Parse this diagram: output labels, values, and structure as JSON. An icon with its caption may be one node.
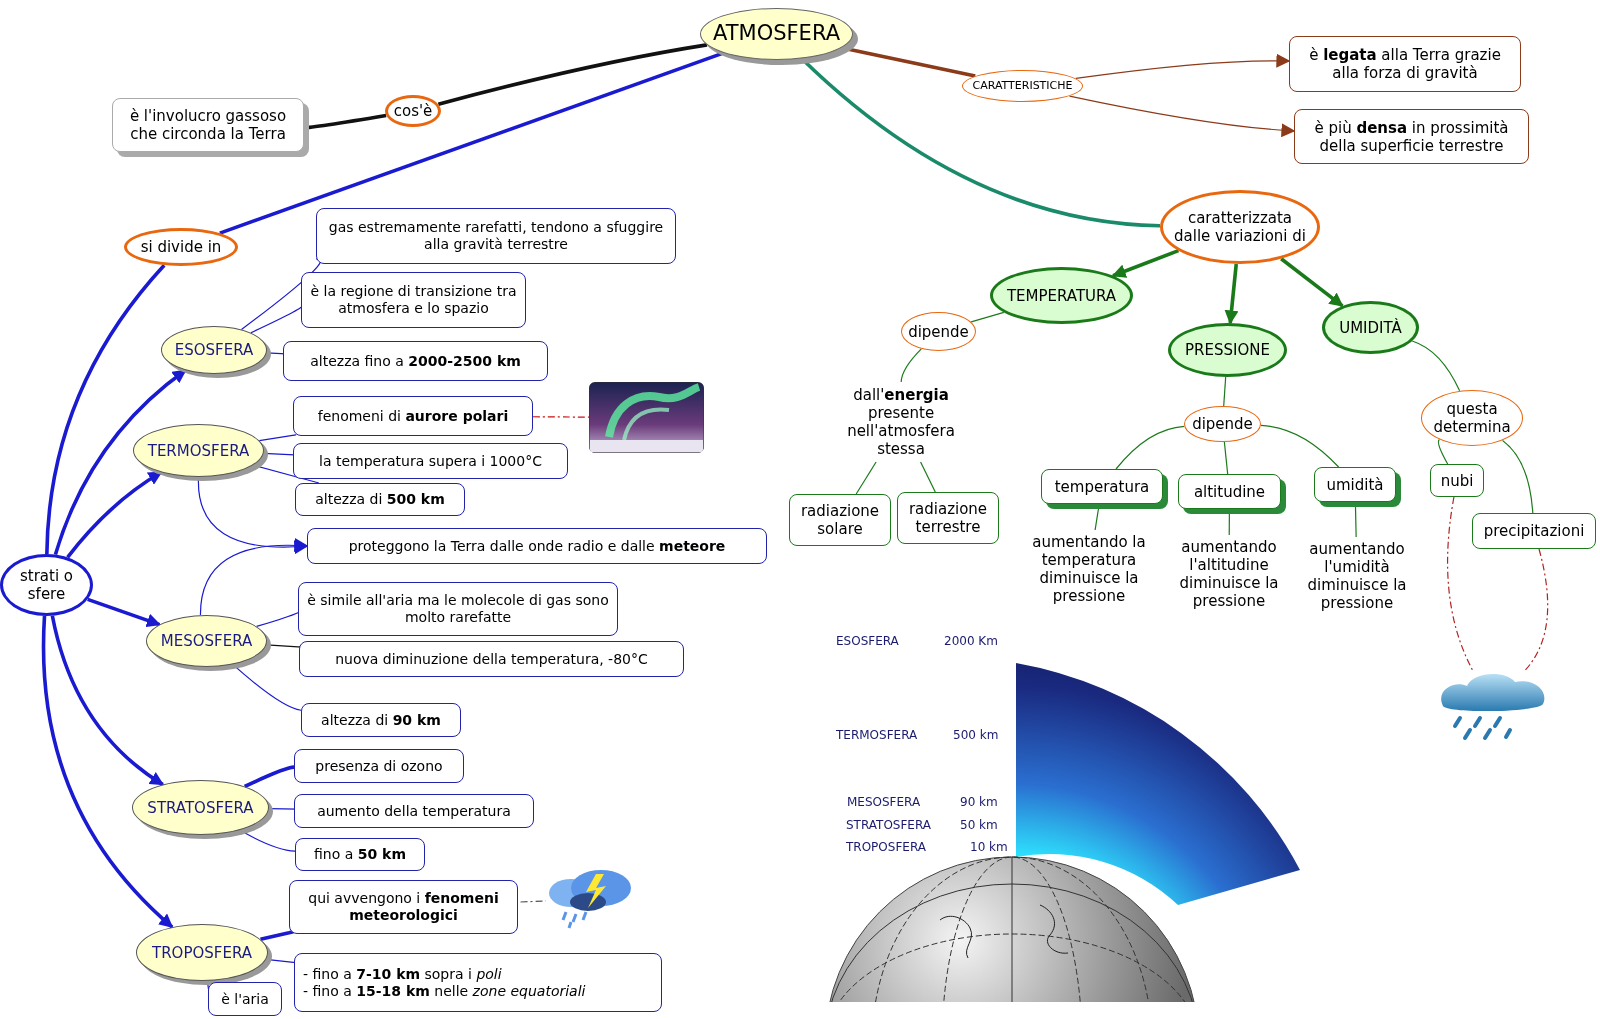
{
  "diagram": {
    "nodes": [
      {
        "text": [
          "ATMOSFERA"
        ]
      },
      {
        "text": [
          "cos'è"
        ]
      },
      {
        "text": [
          "è l'involucro gassoso che circonda la Terra"
        ]
      },
      {
        "text": [
          "si divide in"
        ]
      },
      {
        "text": [
          "strati o sfere"
        ]
      },
      {
        "text": [
          "ESOSFERA"
        ]
      },
      {
        "text": [
          "gas estremamente rarefatti, tendono a sfuggire alla gravità terrestre"
        ]
      },
      {
        "text": [
          "è la regione di transizione tra atmosfera e lo spazio"
        ]
      },
      {
        "text": [
          "altezza fino a **2000-2500 km**"
        ]
      },
      {
        "text": [
          "TERMOSFERA"
        ]
      },
      {
        "text": [
          "fenomeni di **aurore polari**"
        ]
      },
      {
        "text": [],
        "shape": "picture"
      },
      {
        "text": [
          "la temperatura supera i 1000°C"
        ]
      },
      {
        "text": [
          "altezza di **500 km**"
        ]
      },
      {
        "text": [
          "proteggono la Terra dalle onde radio e dalle **meteore**"
        ]
      },
      {
        "text": [
          "MESOSFERA"
        ]
      },
      {
        "text": [
          "è simile all'aria ma le molecole di gas sono molto rarefatte"
        ]
      },
      {
        "text": [
          "nuova diminuzione della temperatura, -80°C"
        ]
      },
      {
        "text": [
          "altezza di **90 km**"
        ]
      },
      {
        "text": [
          "STRATOSFERA"
        ]
      },
      {
        "text": [
          "presenza di ozono"
        ]
      },
      {
        "text": [
          "aumento della temperatura"
        ]
      },
      {
        "text": [
          "fino a **50 km**"
        ]
      },
      {
        "text": [
          "TROPOSFERA"
        ]
      },
      {
        "text": [
          "qui avvengono i **fenomeni meteorologici**"
        ]
      },
      {
        "text": [],
        "shape": "picture"
      },
      {
        "text": [
          "- fino a **7-10 km** sopra i *poli*",
          "- fino a **15-18 km** nelle *zone equatoriali*"
        ]
      },
      {
        "text": [
          "è l'aria"
        ]
      },
      {
        "text": [
          "CARATTERISTICHE"
        ]
      },
      {
        "text": [
          "è **legata** alla Terra grazie alla forza di gravità"
        ]
      },
      {
        "text": [
          "è più **densa** in prossimità della superficie terrestre"
        ]
      },
      {
        "text": [
          "caratterizzata dalle variazioni di"
        ]
      },
      {
        "text": [
          "TEMPERATURA"
        ]
      },
      {
        "text": [
          "PRESSIONE"
        ]
      },
      {
        "text": [
          "UMIDITÀ"
        ]
      },
      {
        "text": [
          "dipende"
        ]
      },
      {
        "text": [
          "dall'**energia** presente nell'atmosfera stessa"
        ]
      },
      {
        "text": [
          "radiazione solare"
        ]
      },
      {
        "text": [
          "radiazione terrestre"
        ]
      },
      {
        "text": [
          "dipende"
        ]
      },
      {
        "text": [
          "temperatura"
        ]
      },
      {
        "text": [
          "altitudine"
        ]
      },
      {
        "text": [
          "umidità"
        ]
      },
      {
        "text": [
          "aumentando la temperatura diminuisce la pressione"
        ]
      },
      {
        "text": [
          "aumentando l'altitudine diminuisce la pressione"
        ]
      },
      {
        "text": [
          "aumentando l'umidità diminuisce la pressione"
        ]
      },
      {
        "text": [
          "questa determina"
        ]
      },
      {
        "text": [
          "nubi"
        ]
      },
      {
        "text": [
          "precipitazioni"
        ]
      },
      {
        "text": [],
        "shape": "picture"
      }
    ],
    "edges": [
      {
        "from": 0,
        "to": 1,
        "arrow": "none",
        "style": "thick",
        "color": "#111111"
      },
      {
        "from": 1,
        "to": 2,
        "arrow": "none",
        "style": "thick",
        "color": "#111111"
      },
      {
        "from": 0,
        "to": 3,
        "arrow": "none",
        "style": "thick"
      },
      {
        "from": 3,
        "to": 4,
        "arrow": "none",
        "style": "thick"
      },
      {
        "from": 4,
        "to": 5,
        "arrow": "to",
        "style": "thick"
      },
      {
        "from": 4,
        "to": 9,
        "arrow": "to",
        "style": "thick"
      },
      {
        "from": 4,
        "to": 15,
        "arrow": "to",
        "style": "thick"
      },
      {
        "from": 4,
        "to": 19,
        "arrow": "to",
        "style": "thick"
      },
      {
        "from": 4,
        "to": 23,
        "arrow": "to",
        "style": "thick"
      },
      {
        "from": 5,
        "to": 6,
        "arrow": "none"
      },
      {
        "from": 5,
        "to": 7,
        "arrow": "none"
      },
      {
        "from": 5,
        "to": 8,
        "arrow": "none"
      },
      {
        "from": 9,
        "to": 10,
        "arrow": "none"
      },
      {
        "from": 9,
        "to": 12,
        "arrow": "none"
      },
      {
        "from": 9,
        "to": 13,
        "arrow": "none"
      },
      {
        "from": 9,
        "to": 14,
        "arrow": "to"
      },
      {
        "from": 15,
        "to": 14,
        "arrow": "to"
      },
      {
        "from": 15,
        "to": 16,
        "arrow": "none"
      },
      {
        "from": 15,
        "to": 17,
        "arrow": "none",
        "color": "#111111"
      },
      {
        "from": 15,
        "to": 18,
        "arrow": "none"
      },
      {
        "from": 19,
        "to": 20,
        "arrow": "none",
        "style": "thick"
      },
      {
        "from": 19,
        "to": 21,
        "arrow": "none"
      },
      {
        "from": 19,
        "to": 22,
        "arrow": "none"
      },
      {
        "from": 23,
        "to": 24,
        "arrow": "none",
        "style": "thick"
      },
      {
        "from": 23,
        "to": 26,
        "arrow": "none"
      },
      {
        "from": 23,
        "to": 27,
        "arrow": "none"
      },
      {
        "from": 10,
        "to": 11,
        "arrow": "none",
        "style": "dashed",
        "color": "#cc1111"
      },
      {
        "from": 24,
        "to": 25,
        "arrow": "none",
        "style": "dashed",
        "color": "#555555"
      },
      {
        "from": 0,
        "to": 28,
        "arrow": "none",
        "style": "thick",
        "color": "#8b3a1a"
      },
      {
        "from": 28,
        "to": 29,
        "arrow": "to",
        "color": "#8b3a1a"
      },
      {
        "from": 28,
        "to": 30,
        "arrow": "to",
        "color": "#8b3a1a"
      },
      {
        "from": 0,
        "to": 31,
        "arrow": "none",
        "style": "thick",
        "color": "#1a8a6a"
      },
      {
        "from": 31,
        "to": 32,
        "arrow": "to",
        "style": "thick",
        "color": "#1a7a1a"
      },
      {
        "from": 31,
        "to": 33,
        "arrow": "to",
        "style": "thick",
        "color": "#1a7a1a"
      },
      {
        "from": 31,
        "to": 34,
        "arrow": "to",
        "style": "thick",
        "color": "#1a7a1a"
      },
      {
        "from": 32,
        "to": 35,
        "arrow": "none",
        "color": "#1a7a1a"
      },
      {
        "from": 35,
        "to": 36,
        "arrow": "none",
        "color": "#1a7a1a"
      },
      {
        "from": 36,
        "to": 37,
        "arrow": "none",
        "color": "#1a7a1a"
      },
      {
        "from": 36,
        "to": 38,
        "arrow": "none",
        "color": "#1a7a1a"
      },
      {
        "from": 33,
        "to": 39,
        "arrow": "none",
        "color": "#1a7a1a"
      },
      {
        "from": 39,
        "to": 40,
        "arrow": "none",
        "color": "#1a7a1a"
      },
      {
        "from": 39,
        "to": 41,
        "arrow": "none",
        "color": "#1a7a1a"
      },
      {
        "from": 39,
        "to": 42,
        "arrow": "none",
        "color": "#1a7a1a"
      },
      {
        "from": 40,
        "to": 43,
        "arrow": "none",
        "color": "#1a7a1a"
      },
      {
        "from": 41,
        "to": 44,
        "arrow": "none",
        "color": "#1a7a1a"
      },
      {
        "from": 42,
        "to": 45,
        "arrow": "none",
        "color": "#1a7a1a"
      },
      {
        "from": 34,
        "to": 46,
        "arrow": "none",
        "color": "#1a7a1a"
      },
      {
        "from": 46,
        "to": 47,
        "arrow": "none",
        "color": "#1a7a1a"
      },
      {
        "from": 46,
        "to": 48,
        "arrow": "none",
        "color": "#1a7a1a"
      },
      {
        "from": 47,
        "to": 49,
        "arrow": "none",
        "style": "dashed",
        "color": "#b22222"
      },
      {
        "from": 48,
        "to": 49,
        "arrow": "none",
        "style": "dashed",
        "color": "#b22222"
      }
    ],
    "labels": [
      "ESOSFERA",
      "2000 Km",
      "TERMOSFERA",
      "500 km",
      "MESOSFERA",
      "90 km",
      "STRATOSFERA",
      "50 km",
      "TROPOSFERA",
      "10 km"
    ]
  }
}
